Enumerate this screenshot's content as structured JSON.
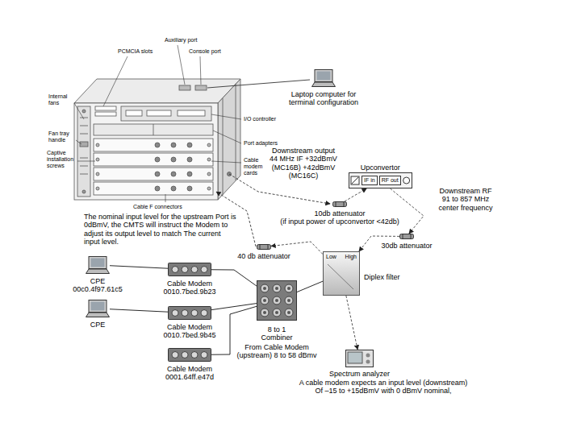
{
  "diagram": {
    "nodes": [
      {
        "text": [
          "Laptop computer for terminal configuration"
        ]
      },
      {
        "text": [
          "Upconvertor",
          "IF in",
          "RF out"
        ]
      },
      {
        "text": [
          "10db attenuator",
          "(if input power of upconvertor <42db)"
        ]
      },
      {
        "text": [
          "30db attenuator"
        ]
      },
      {
        "text": [
          "40 db attenuator"
        ]
      },
      {
        "text": [
          "Low",
          "High",
          "Diplex filter"
        ]
      },
      {
        "text": [
          "CPE 00c0.4f97.61c5"
        ]
      },
      {
        "text": [
          "Cable Modem 0010.7bed.9b23"
        ]
      },
      {
        "text": [
          "CPE"
        ]
      },
      {
        "text": [
          "Cable Modem 0010.7bed.9b45"
        ]
      },
      {
        "text": [
          "Cable Modem 0001.64ff.e47d"
        ]
      },
      {
        "text": [
          "8 to 1 Combiner",
          "From Cable Modem (upstream) 8 to 58 dBmv"
        ]
      },
      {
        "text": [
          "Spectrum analyzer",
          "A cable modem expects an input level (downstream) Of –15 to +15dBmV with 0 dBmV nominal,"
        ]
      }
    ],
    "edges": [
      {
        "from": 2,
        "to": 1,
        "arrow": "to"
      },
      {
        "from": 1,
        "to": 3,
        "arrow": "to"
      },
      {
        "from": 3,
        "to": 5,
        "arrow": "to"
      },
      {
        "from": 5,
        "to": 4,
        "arrow": "to"
      },
      {
        "from": 6,
        "to": 7,
        "arrow": "none"
      },
      {
        "from": 8,
        "to": 9,
        "arrow": "none"
      },
      {
        "from": 7,
        "to": 11,
        "arrow": "none"
      },
      {
        "from": 9,
        "to": 11,
        "arrow": "none"
      },
      {
        "from": 10,
        "to": 11,
        "arrow": "none"
      },
      {
        "from": 11,
        "to": 5,
        "arrow": "none"
      },
      {
        "from": 5,
        "to": 12,
        "arrow": "to"
      }
    ],
    "labels": [
      "PCMCIA slots",
      "Auxiliary port",
      "Console port",
      "Internal fans",
      "I/O controller",
      "Fan tray handle",
      "Port adapters",
      "Captive installation screws",
      "Cable modem cards",
      "Cable F connectors",
      "Downstream output 44 MHz IF +32dBmV (MC16B) +42dBmV (MC16C)",
      "Downstream RF 91 to 857 MHz center frequency",
      "The nominal input level for the upstream Port is 0dBmV, the CMTS will instruct the Modem to adjust its output level to match The current input level."
    ]
  }
}
